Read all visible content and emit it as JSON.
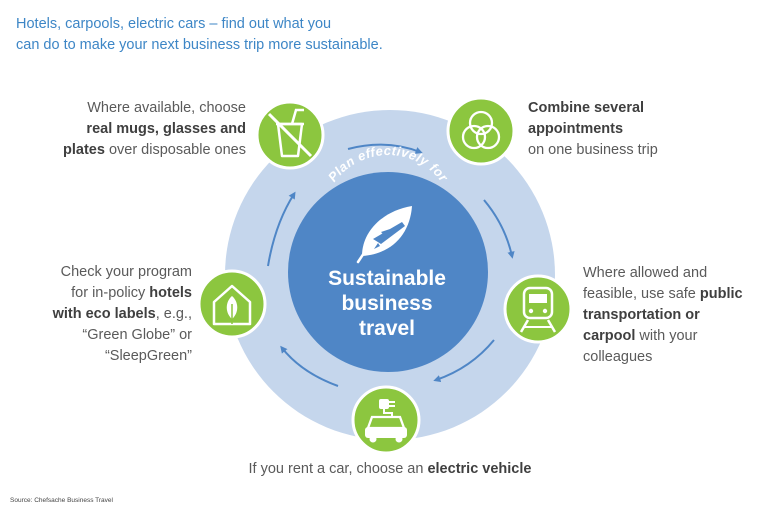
{
  "intro": {
    "line1": "Hotels, carpools, electric cars – find out what you",
    "line2": "can do to make your next business trip more sustainable."
  },
  "center": {
    "arc_text": "Plan effectively for",
    "title_line1": "Sustainable",
    "title_line2": "business",
    "title_line3": "travel"
  },
  "tips": {
    "mugs": {
      "icon": "no-disposable-cup-icon",
      "l1": "Where available, choose",
      "l2_bold": "real mugs, glasses and",
      "l3_bold": "plates",
      "l3_rest": " over disposable ones"
    },
    "appointments": {
      "icon": "overlapping-circles-icon",
      "l1_bold": "Combine several",
      "l2_bold": "appointments",
      "l3": "on one business trip"
    },
    "transport": {
      "icon": "train-icon",
      "l1": "Where allowed and",
      "l2": "feasible, use safe ",
      "l2_bold": "public",
      "l3_bold": "transportation or",
      "l4_bold": "carpool",
      "l4_rest": " with your",
      "l5": "colleagues"
    },
    "electric": {
      "icon": "electric-car-icon",
      "text": "If you rent a car, choose an ",
      "bold": "electric vehicle"
    },
    "hotels": {
      "icon": "eco-house-icon",
      "l1": "Check your program",
      "l2": "for in-policy ",
      "l2_bold": "hotels",
      "l3_bold": "with eco labels",
      "l3_rest": ", e.g.,",
      "l4": "“Green Globe” or",
      "l5": "“SleepGreen”"
    }
  },
  "colors": {
    "outer_ring": "#c5d6ec",
    "center_circle": "#4f86c6",
    "icon_green": "#8cc63f",
    "arrow_blue": "#4f86c6",
    "intro_text": "#3d86c6"
  },
  "source": "Source: Chefsache Business Travel"
}
